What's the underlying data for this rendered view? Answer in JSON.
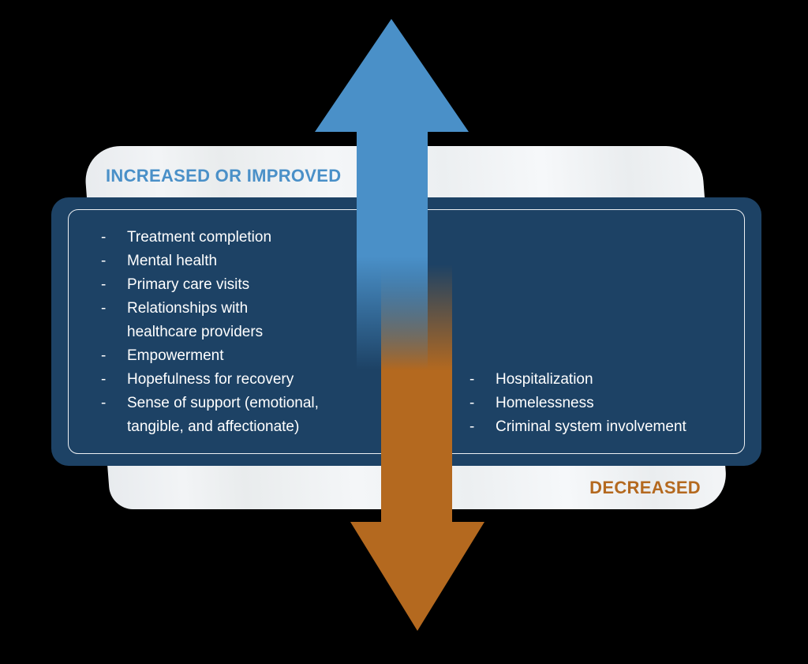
{
  "diagram": {
    "top_label": "INCREASED OR IMPROVED",
    "bottom_label": "DECREASED",
    "bullet": "-",
    "increased_items": [
      "Treatment completion",
      "Mental health",
      "Primary care visits",
      "Relationships with\nhealthcare providers",
      "Empowerment",
      "Hopefulness for recovery",
      "Sense of support (emotional,\ntangible, and affectionate)"
    ],
    "decreased_items": [
      "Hospitalization",
      "Homelessness",
      "Criminal system involvement"
    ],
    "colors": {
      "arrow_up": "#4a90c8",
      "arrow_down": "#b4691f",
      "panel": "#1d4265",
      "banner": "#eef0f2",
      "list_text": "#ffffff"
    }
  }
}
